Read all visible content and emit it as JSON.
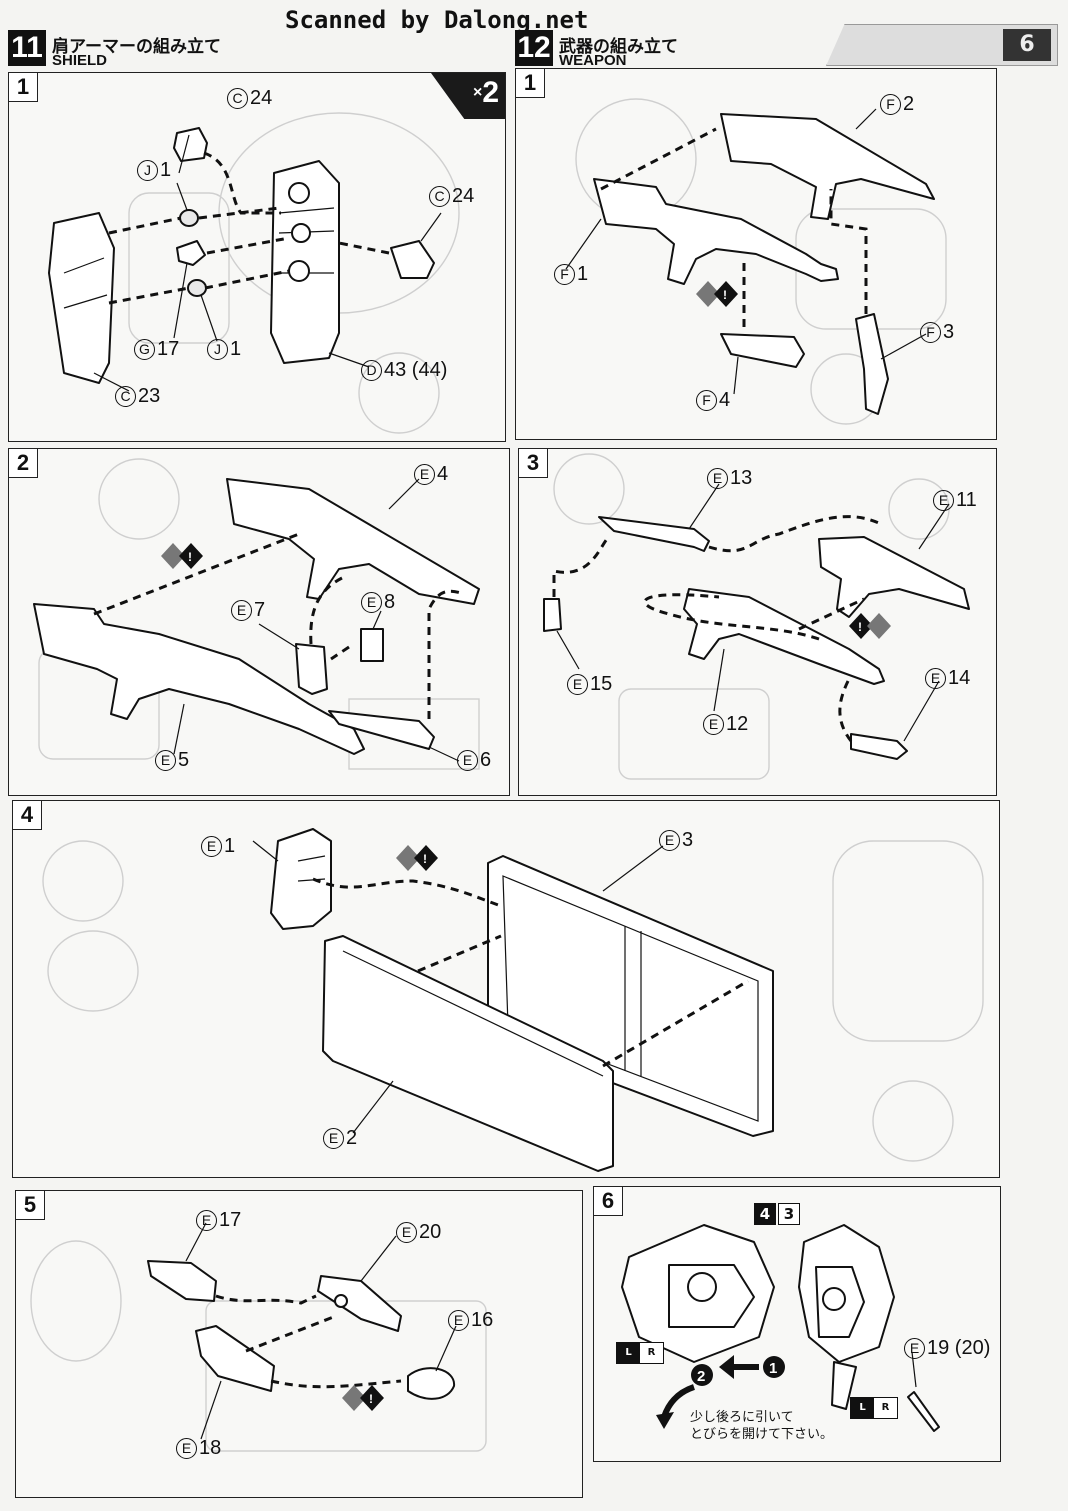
{
  "scan_credit": "Scanned by Dalong.net",
  "sections": {
    "shield": {
      "number": "11",
      "title_jp": "肩アーマーの組み立て",
      "title_en": "SHIELD"
    },
    "weapon": {
      "number": "12",
      "title_jp": "武器の組み立て",
      "title_en": "WEAPON"
    }
  },
  "corner_tab": "6",
  "panels": {
    "shield_1": {
      "step": "1",
      "multiplier": "2",
      "labels": {
        "c24a": {
          "c": "C",
          "n": "24"
        },
        "j1a": {
          "c": "J",
          "n": "1"
        },
        "c24b": {
          "c": "C",
          "n": "24"
        },
        "g17": {
          "c": "G",
          "n": "17"
        },
        "j1b": {
          "c": "J",
          "n": "1"
        },
        "d43": {
          "c": "D",
          "n": "43 (44)"
        },
        "c23": {
          "c": "C",
          "n": "23"
        }
      }
    },
    "weapon_1": {
      "step": "1",
      "labels": {
        "f2": {
          "c": "F",
          "n": "2"
        },
        "f1": {
          "c": "F",
          "n": "1"
        },
        "f3": {
          "c": "F",
          "n": "3"
        },
        "f4": {
          "c": "F",
          "n": "4"
        }
      }
    },
    "weapon_2": {
      "step": "2",
      "labels": {
        "e4": {
          "c": "E",
          "n": "4"
        },
        "e7": {
          "c": "E",
          "n": "7"
        },
        "e8": {
          "c": "E",
          "n": "8"
        },
        "e5": {
          "c": "E",
          "n": "5"
        },
        "e6": {
          "c": "E",
          "n": "6"
        }
      }
    },
    "weapon_3": {
      "step": "3",
      "labels": {
        "e13": {
          "c": "E",
          "n": "13"
        },
        "e11": {
          "c": "E",
          "n": "11"
        },
        "e15": {
          "c": "E",
          "n": "15"
        },
        "e12": {
          "c": "E",
          "n": "12"
        },
        "e14": {
          "c": "E",
          "n": "14"
        }
      }
    },
    "weapon_4": {
      "step": "4",
      "labels": {
        "e1": {
          "c": "E",
          "n": "1"
        },
        "e3": {
          "c": "E",
          "n": "3"
        },
        "e2": {
          "c": "E",
          "n": "2"
        }
      }
    },
    "weapon_5": {
      "step": "5",
      "labels": {
        "e17": {
          "c": "E",
          "n": "17"
        },
        "e20": {
          "c": "E",
          "n": "20"
        },
        "e16": {
          "c": "E",
          "n": "16"
        },
        "e18": {
          "c": "E",
          "n": "18"
        }
      }
    },
    "weapon_6": {
      "step": "6",
      "badge": [
        "4",
        "3"
      ],
      "labels": {
        "e19": {
          "c": "E",
          "n": "19 (20)"
        }
      },
      "note_line1": "少し後ろに引いて",
      "note_line2": "とびらを開けて下さい。",
      "lr_left": "L",
      "lr_right": "R"
    }
  }
}
